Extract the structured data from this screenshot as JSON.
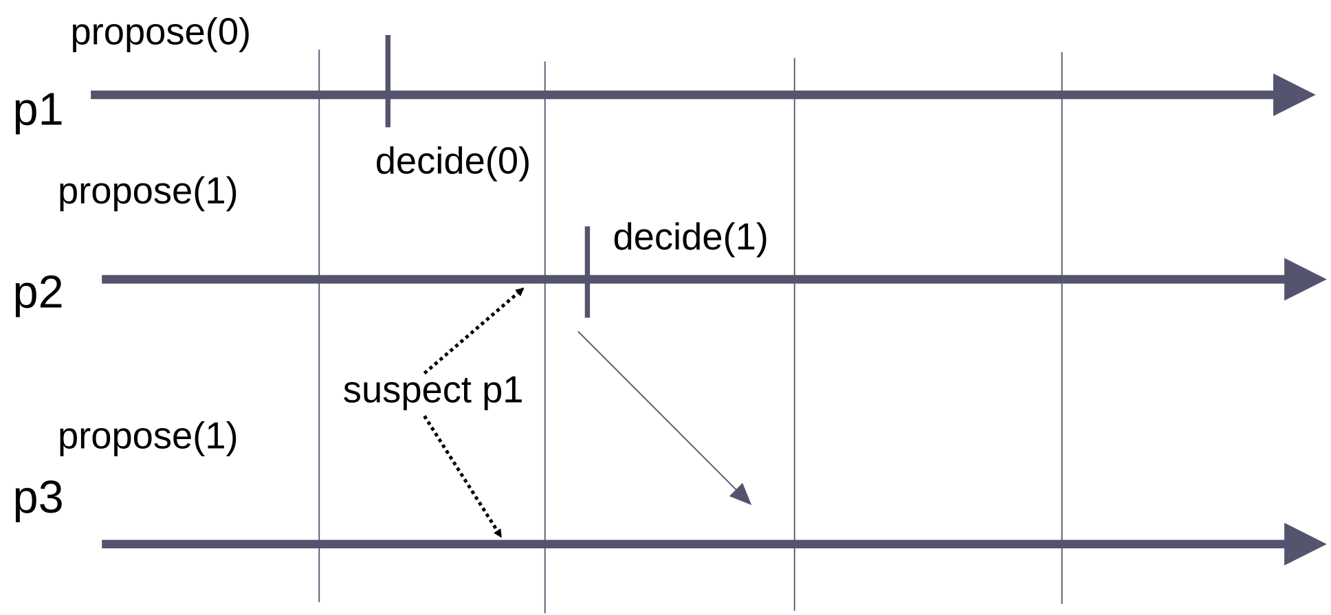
{
  "colors": {
    "timeline": "#55546e",
    "text": "#000000"
  },
  "processes": [
    {
      "name": "p1",
      "propose": "propose(0)",
      "decide": "decide(0)"
    },
    {
      "name": "p2",
      "propose": "propose(1)",
      "decide": "decide(1)"
    },
    {
      "name": "p3",
      "propose": "propose(1)"
    }
  ],
  "annotation": "suspect p1"
}
